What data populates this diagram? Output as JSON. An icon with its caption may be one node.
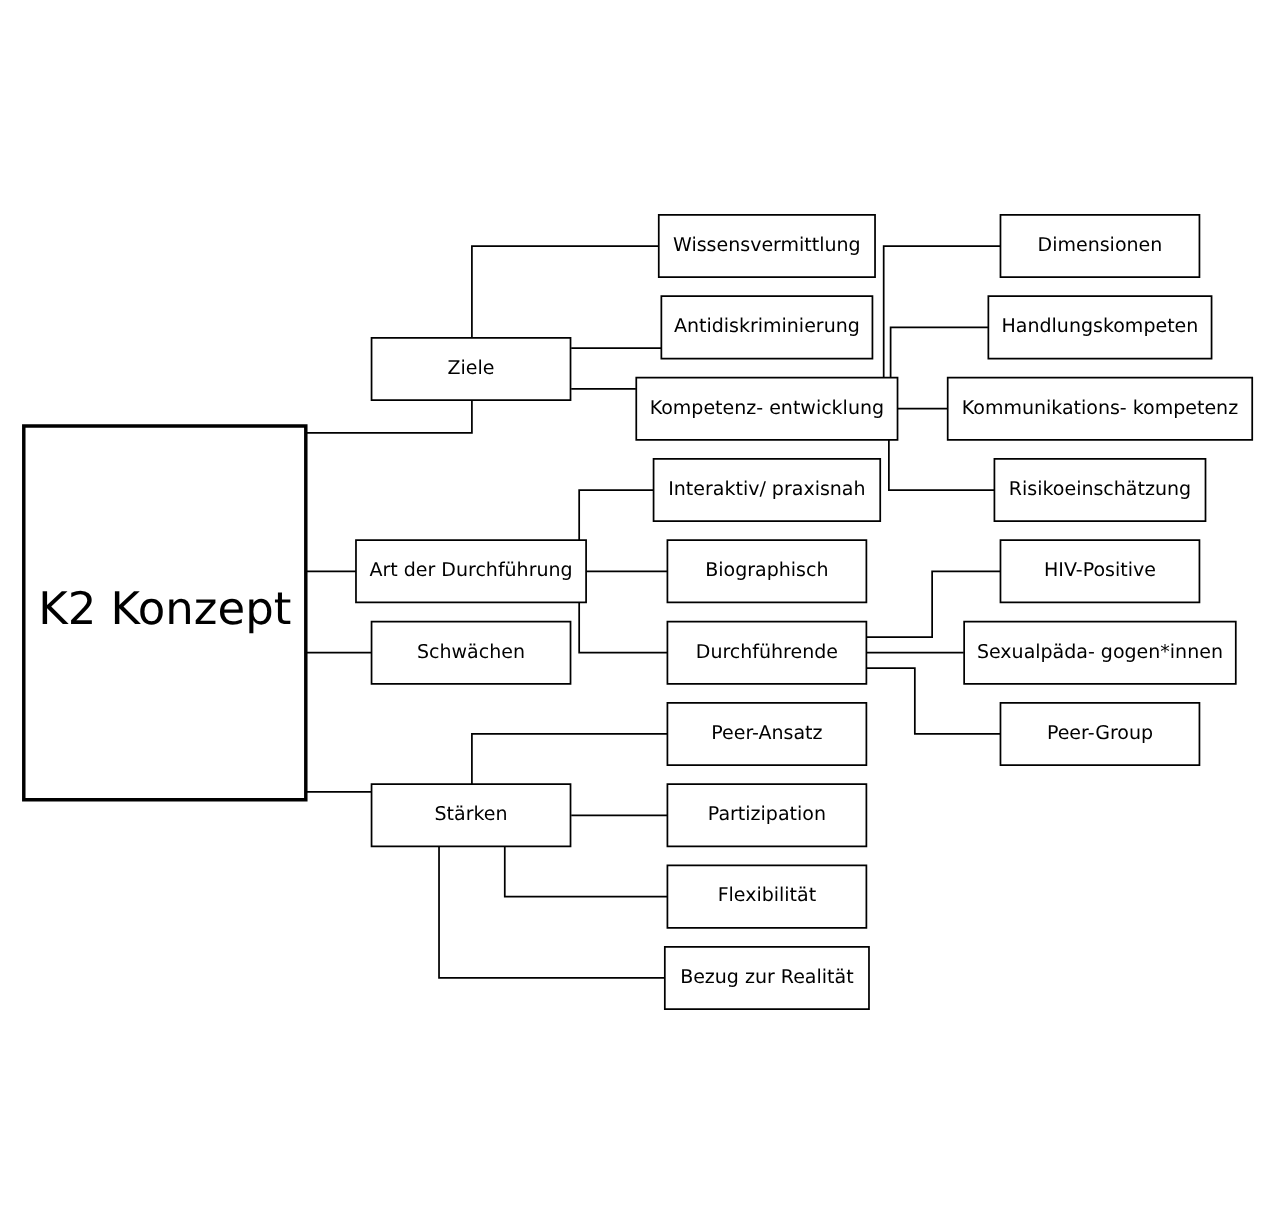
{
  "diagram": {
    "nodes": [
      {
        "text": [
          "K2 Konzept"
        ]
      },
      {
        "text": [
          "Ziele"
        ]
      },
      {
        "text": [
          "Art der Durchführung"
        ]
      },
      {
        "text": [
          "Schwächen"
        ]
      },
      {
        "text": [
          "Stärken"
        ]
      },
      {
        "text": [
          "Wissensvermittlung"
        ]
      },
      {
        "text": [
          "Antidiskriminierung"
        ]
      },
      {
        "text": [
          "Kompetenz- entwicklung"
        ]
      },
      {
        "text": [
          "Dimensionen"
        ]
      },
      {
        "text": [
          "Handlungskompeten"
        ]
      },
      {
        "text": [
          "Kommunikations- kompetenz"
        ]
      },
      {
        "text": [
          "Risikoeinschätzung"
        ]
      },
      {
        "text": [
          "Interaktiv/ praxisnah"
        ]
      },
      {
        "text": [
          "Biographisch"
        ]
      },
      {
        "text": [
          "Durchführende"
        ]
      },
      {
        "text": [
          "HIV-Positive"
        ]
      },
      {
        "text": [
          "Sexualpäda- gogen*innen"
        ]
      },
      {
        "text": [
          "Peer-Group"
        ]
      },
      {
        "text": [
          "Peer-Ansatz"
        ]
      },
      {
        "text": [
          "Partizipation"
        ]
      },
      {
        "text": [
          "Flexibilität"
        ]
      },
      {
        "text": [
          "Bezug zur Realität"
        ]
      }
    ],
    "edges": [
      {
        "from": 0,
        "to": 1,
        "arrow": "none"
      },
      {
        "from": 0,
        "to": 2,
        "arrow": "none"
      },
      {
        "from": 0,
        "to": 3,
        "arrow": "none"
      },
      {
        "from": 0,
        "to": 4,
        "arrow": "none"
      },
      {
        "from": 1,
        "to": 5,
        "arrow": "none"
      },
      {
        "from": 1,
        "to": 6,
        "arrow": "none"
      },
      {
        "from": 1,
        "to": 7,
        "arrow": "none"
      },
      {
        "from": 7,
        "to": 8,
        "arrow": "none"
      },
      {
        "from": 7,
        "to": 9,
        "arrow": "none"
      },
      {
        "from": 7,
        "to": 10,
        "arrow": "none"
      },
      {
        "from": 7,
        "to": 11,
        "arrow": "none"
      },
      {
        "from": 2,
        "to": 12,
        "arrow": "none"
      },
      {
        "from": 2,
        "to": 13,
        "arrow": "none"
      },
      {
        "from": 2,
        "to": 14,
        "arrow": "none"
      },
      {
        "from": 14,
        "to": 15,
        "arrow": "none"
      },
      {
        "from": 14,
        "to": 16,
        "arrow": "none"
      },
      {
        "from": 14,
        "to": 17,
        "arrow": "none"
      },
      {
        "from": 4,
        "to": 18,
        "arrow": "none"
      },
      {
        "from": 4,
        "to": 19,
        "arrow": "none"
      },
      {
        "from": 4,
        "to": 20,
        "arrow": "none"
      },
      {
        "from": 4,
        "to": 21,
        "arrow": "none"
      }
    ]
  }
}
